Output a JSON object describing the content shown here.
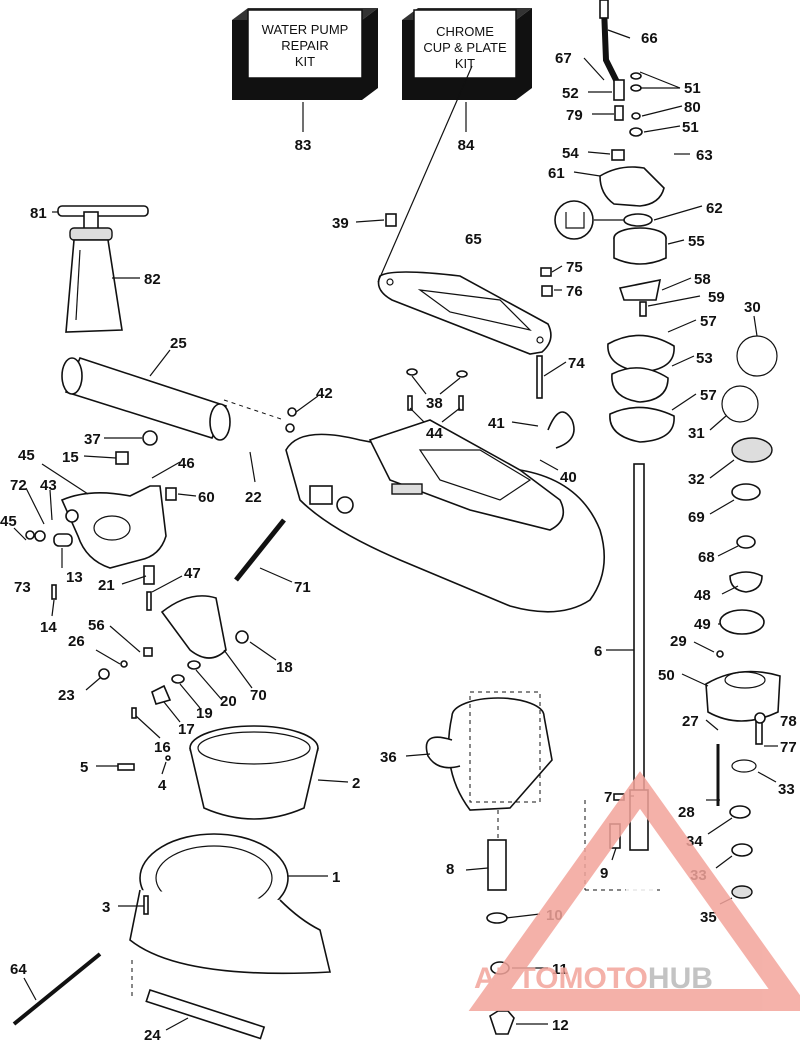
{
  "kits": {
    "water_pump": [
      "WATER PUMP",
      "REPAIR",
      "KIT"
    ],
    "chrome_cup": [
      "CHROME",
      "CUP & PLATE",
      "KIT"
    ]
  },
  "labels": {
    "l1": "1",
    "l2": "2",
    "l3": "3",
    "l4": "4",
    "l5": "5",
    "l6": "6",
    "l7": "7",
    "l8": "8",
    "l9": "9",
    "l10": "10",
    "l11": "11",
    "l12": "12",
    "l13": "13",
    "l14": "14",
    "l15": "15",
    "l16": "16",
    "l17": "17",
    "l18": "18",
    "l19": "19",
    "l20": "20",
    "l21": "21",
    "l22": "22",
    "l23": "23",
    "l24": "24",
    "l25": "25",
    "l26": "26",
    "l27": "27",
    "l28": "28",
    "l29": "29",
    "l30": "30",
    "l31": "31",
    "l32": "32",
    "l33a": "33",
    "l33b": "33",
    "l34": "34",
    "l35": "35",
    "l36": "36",
    "l37": "37",
    "l38": "38",
    "l39": "39",
    "l40": "40",
    "l41": "41",
    "l42": "42",
    "l43": "43",
    "l44": "44",
    "l45a": "45",
    "l45b": "45",
    "l46": "46",
    "l47": "47",
    "l48": "48",
    "l49": "49",
    "l50": "50",
    "l51a": "51",
    "l51b": "51",
    "l52": "52",
    "l53": "53",
    "l54": "54",
    "l55": "55",
    "l56": "56",
    "l57a": "57",
    "l57b": "57",
    "l58": "58",
    "l59": "59",
    "l60": "60",
    "l61": "61",
    "l62": "62",
    "l63": "63",
    "l64": "64",
    "l65": "65",
    "l66": "66",
    "l67": "67",
    "l68": "68",
    "l69": "69",
    "l70": "70",
    "l71": "71",
    "l72": "72",
    "l73": "73",
    "l74": "74",
    "l75": "75",
    "l76": "76",
    "l77": "77",
    "l78": "78",
    "l79": "79",
    "l80": "80",
    "l81": "81",
    "l82": "82",
    "l83": "83",
    "l84": "84"
  },
  "watermark": {
    "part1": "AUTOMOTO",
    "part2": "HUB"
  },
  "colors": {
    "watermark_red": "#f3a49b",
    "watermark_grey": "#b9b9b9",
    "ink": "#111111"
  }
}
